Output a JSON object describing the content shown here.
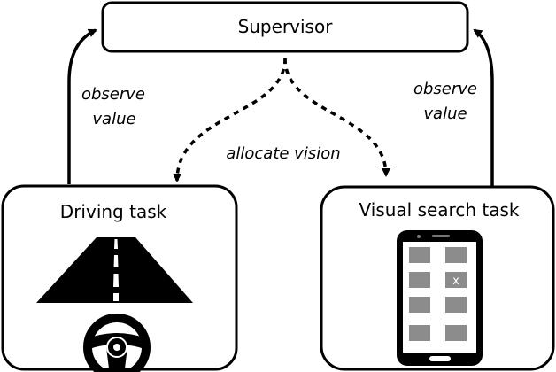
{
  "supervisor": {
    "label": "Supervisor"
  },
  "left_edge": {
    "line1": "observe",
    "line2": "value"
  },
  "right_edge": {
    "line1": "observe",
    "line2": "value"
  },
  "center_edge": {
    "label": "allocate vision"
  },
  "driving_task": {
    "label": "Driving task",
    "icons": [
      "road-icon",
      "steering-wheel-icon"
    ]
  },
  "visual_search_task": {
    "label": "Visual search task",
    "icons": [
      "smartphone-icon"
    ],
    "target_marker": "x"
  },
  "colors": {
    "stroke": "#000000",
    "background": "#ffffff",
    "tile": "#8c8c8c",
    "road_line": "#ffffff"
  }
}
